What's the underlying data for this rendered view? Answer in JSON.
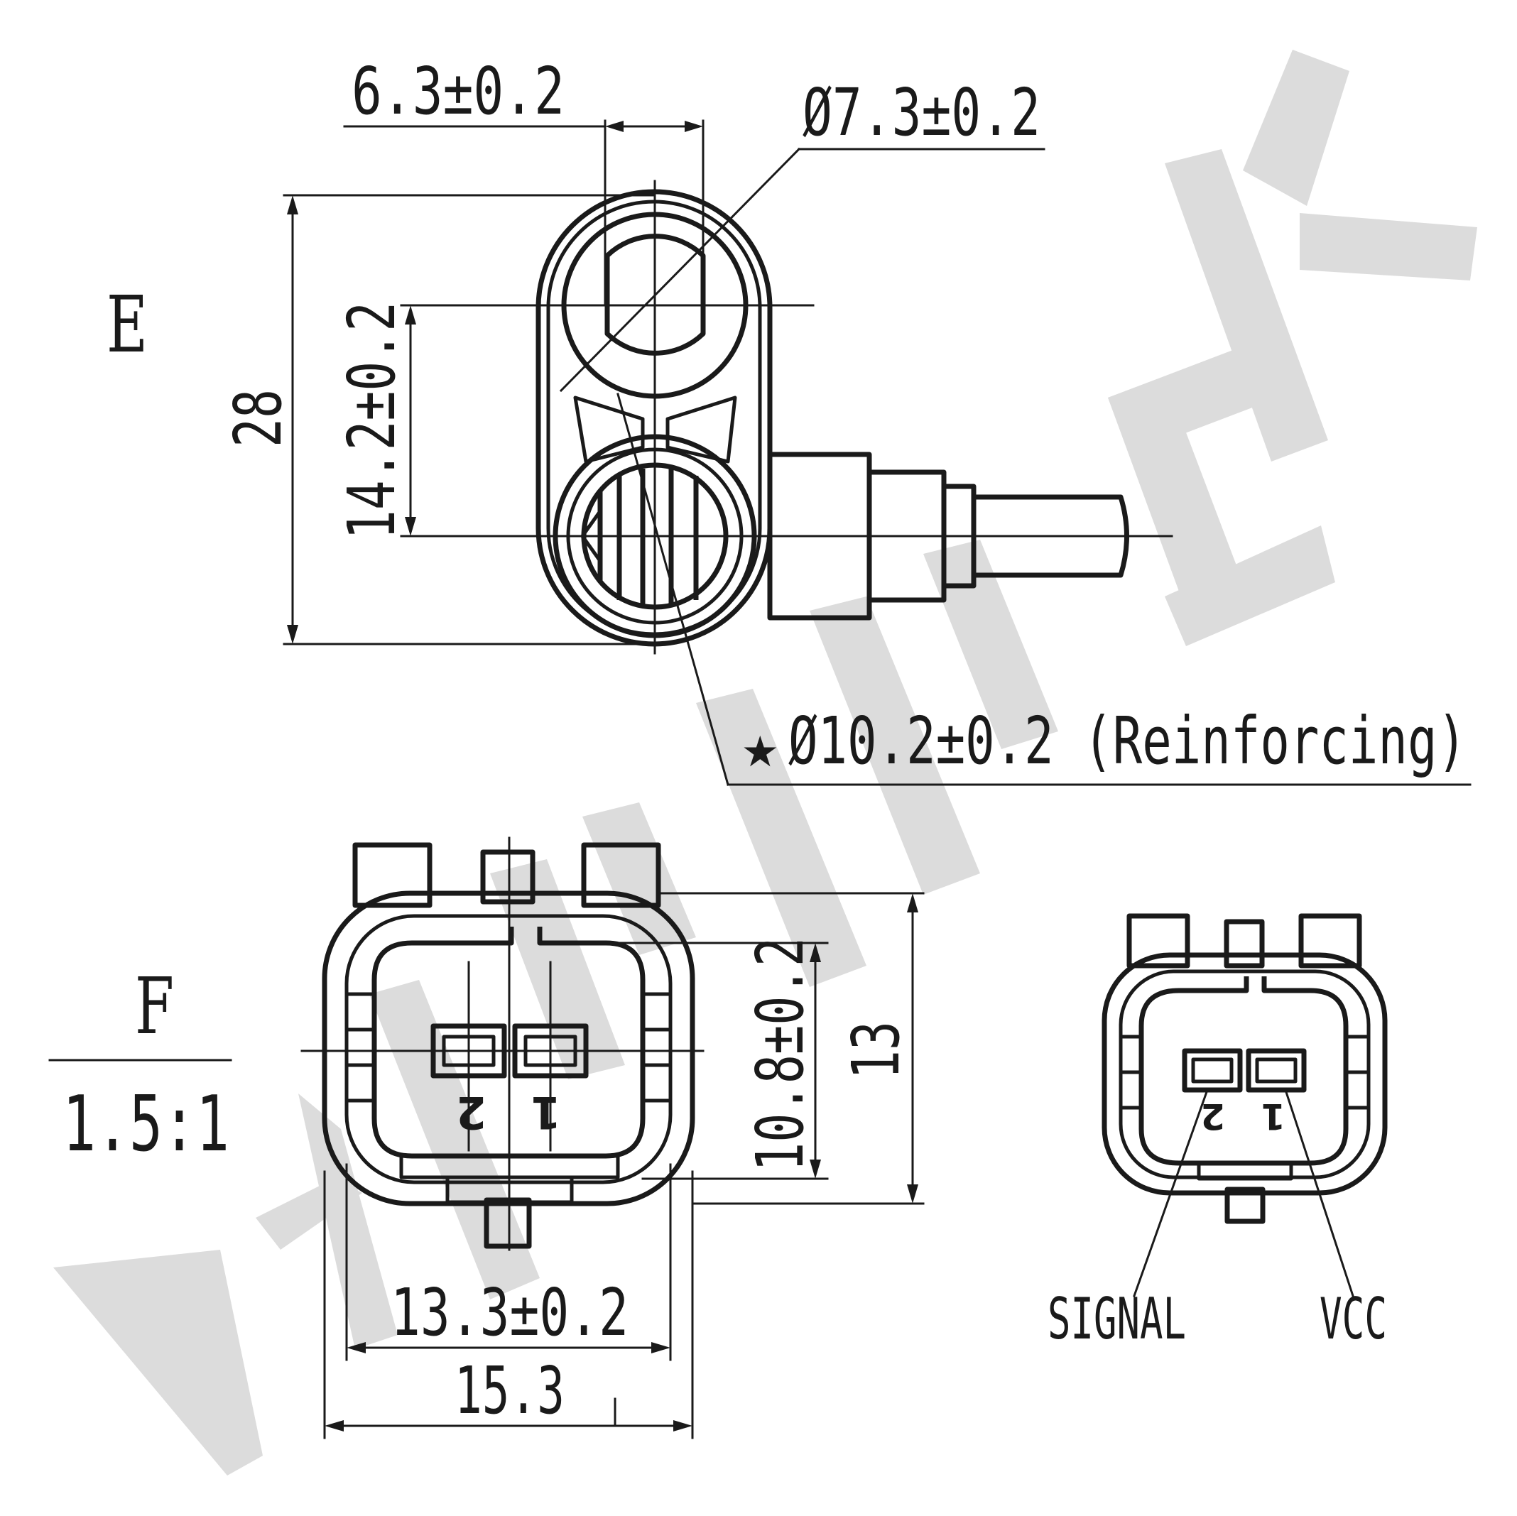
{
  "watermark": {
    "text": "AIMINEK",
    "color": "#dcdcdc"
  },
  "view_e": {
    "label": "E",
    "dim_width": "6.3±0.2",
    "dim_hole": "Ø7.3±0.2",
    "dim_height": "28",
    "dim_center": "14.2±0.2",
    "dim_reinforcing": "Ø10.2±0.2 (Reinforcing)"
  },
  "view_f": {
    "label": "F",
    "scale": "1.5:1",
    "dim_inner_height": "10.8±0.2",
    "dim_outer_height": "13",
    "dim_inner_width": "13.3±0.2",
    "dim_outer_width": "15.3",
    "pin_2": "2",
    "pin_1": "1"
  },
  "pinout": {
    "pin_2": "2",
    "pin_1": "1",
    "signal_label": "SIGNAL",
    "vcc_label": "VCC"
  }
}
